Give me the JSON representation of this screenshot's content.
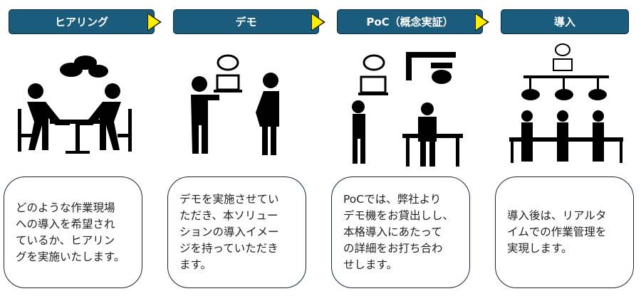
{
  "steps": [
    {
      "title": "ヒアリング",
      "lines": [
        "どのような作業現場",
        "への導入を希望され",
        "ているか、ヒアリン",
        "グを実施いたします。"
      ]
    },
    {
      "title": "デモ",
      "lines": [
        "デモを実施させてい",
        "ただき、本ソリュー",
        "ションの導入イメー",
        "ジを持っていただき",
        "ます。"
      ]
    },
    {
      "title": "PoC（概念実証）",
      "lines": [
        "PoCでは、弊社より",
        "デモ機をお貸出しし、",
        "本格導入にあたって",
        "の詳細をお打ち合わ",
        "せします。"
      ]
    },
    {
      "title": "導入",
      "lines": [
        "導入後は、リアルタ",
        "イムでの作業管理を",
        "実現します。"
      ]
    }
  ],
  "colors": {
    "header": "#1b5b7c",
    "arrow": "#ffee00"
  }
}
